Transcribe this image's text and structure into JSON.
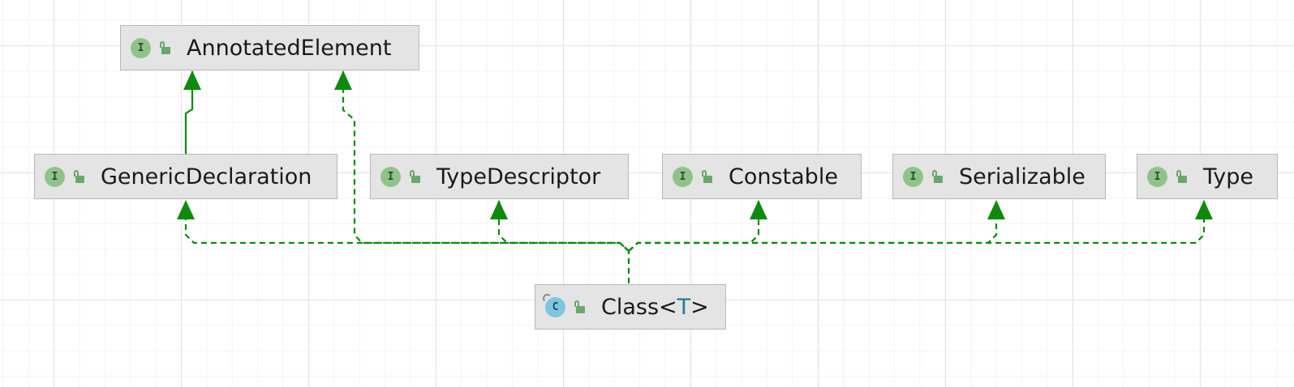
{
  "diagram": {
    "nodes": {
      "annotated_element": {
        "label": "AnnotatedElement",
        "kind": "interface",
        "badge": "I"
      },
      "generic_declaration": {
        "label": "GenericDeclaration",
        "kind": "interface",
        "badge": "I"
      },
      "type_descriptor": {
        "label": "TypeDescriptor",
        "kind": "interface",
        "badge": "I"
      },
      "constable": {
        "label": "Constable",
        "kind": "interface",
        "badge": "I"
      },
      "serializable": {
        "label": "Serializable",
        "kind": "interface",
        "badge": "I"
      },
      "type": {
        "label": "Type",
        "kind": "interface",
        "badge": "I"
      },
      "class": {
        "label_prefix": "Class<",
        "type_param": "T",
        "label_suffix": ">",
        "kind": "abstract-class",
        "badge": "C"
      }
    },
    "edges": [
      {
        "from": "Class<T>",
        "to": "GenericDeclaration",
        "style": "dashed",
        "relation": "implements"
      },
      {
        "from": "Class<T>",
        "to": "AnnotatedElement",
        "style": "dashed",
        "relation": "implements"
      },
      {
        "from": "Class<T>",
        "to": "TypeDescriptor",
        "style": "dashed",
        "relation": "implements"
      },
      {
        "from": "Class<T>",
        "to": "Constable",
        "style": "dashed",
        "relation": "implements"
      },
      {
        "from": "Class<T>",
        "to": "Serializable",
        "style": "dashed",
        "relation": "implements"
      },
      {
        "from": "Class<T>",
        "to": "Type",
        "style": "dashed",
        "relation": "implements"
      },
      {
        "from": "GenericDeclaration",
        "to": "AnnotatedElement",
        "style": "solid",
        "relation": "extends"
      }
    ],
    "colors": {
      "edge": "#0e8a0e",
      "node_fill": "#e4e4e4",
      "interface_badge": "#8fc38a",
      "class_badge": "#7ec6df",
      "type_param": "#1d7d9a"
    }
  }
}
